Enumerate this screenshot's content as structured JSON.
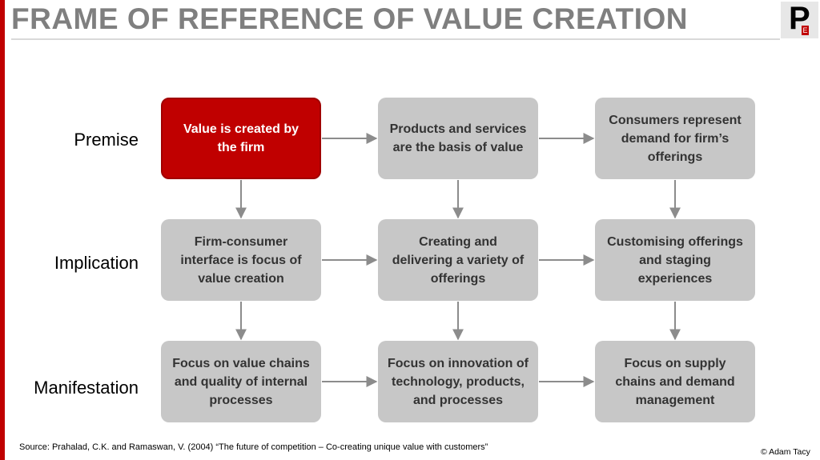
{
  "title": "FRAME OF REFERENCE OF VALUE CREATION",
  "logo": {
    "letter": "P",
    "sub": "E"
  },
  "rows": [
    {
      "label": "Premise"
    },
    {
      "label": "Implication"
    },
    {
      "label": "Manifestation"
    }
  ],
  "boxes": {
    "premise_firm": "Value is created by the firm",
    "premise_products": "Products and services are the basis of value",
    "premise_consumers": "Consumers represent demand for firm’s offerings",
    "implication_interface": "Firm-consumer interface is focus of value creation",
    "implication_creating": "Creating and delivering a variety of offerings",
    "implication_customising": "Customising offerings and staging experiences",
    "manifestation_value_chains": "Focus on value chains and quality of internal processes",
    "manifestation_innovation": "Focus on innovation of technology, products, and processes",
    "manifestation_supply": "Focus on supply chains and demand management"
  },
  "footer": {
    "source": "Source: Prahalad, C.K. and Ramaswan, V. (2004)  “The future of competition – Co-creating unique value with customers”",
    "copyright": "© Adam Tacy"
  },
  "colors": {
    "accent_red": "#c00000",
    "box_grey": "#c7c7c7",
    "title_grey": "#7f7f7f",
    "arrow_grey": "#8c8c8c"
  }
}
